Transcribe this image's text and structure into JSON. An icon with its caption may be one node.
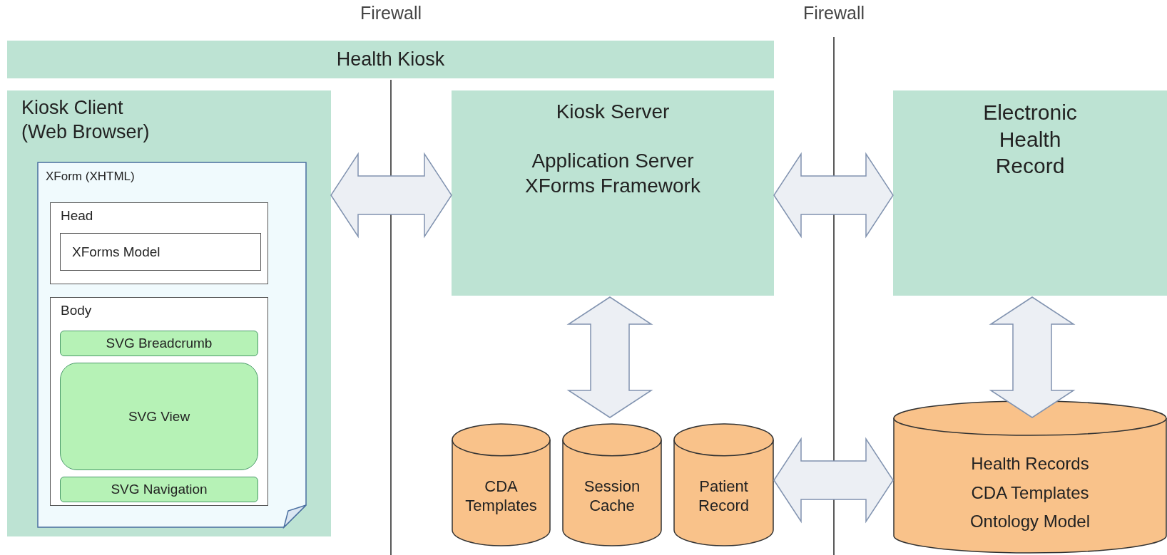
{
  "diagram": {
    "nodes": [
      {
        "text": [
          "Health Kiosk"
        ]
      },
      {
        "text": [
          "Kiosk Client (Web Browser)"
        ]
      },
      {
        "text": [
          "XForm (XHTML)"
        ],
        "in": 1
      },
      {
        "text": [
          "Head"
        ],
        "in": 2
      },
      {
        "text": [
          "XForms Model"
        ],
        "in": 3
      },
      {
        "text": [
          "Body"
        ],
        "in": 2
      },
      {
        "text": [
          "SVG Breadcrumb"
        ],
        "in": 5
      },
      {
        "text": [
          "SVG View"
        ],
        "in": 5
      },
      {
        "text": [
          "SVG Navigation"
        ],
        "in": 5
      },
      {
        "text": [
          "Kiosk Server",
          "Application Server",
          "XForms Framework"
        ]
      },
      {
        "text": [
          "Electronic Health Record"
        ]
      },
      {
        "text": [
          "CDA Templates"
        ]
      },
      {
        "text": [
          "Session Cache"
        ]
      },
      {
        "text": [
          "Patient Record"
        ]
      },
      {
        "text": [
          "Health Records",
          "CDA Templates",
          "Ontology Model"
        ]
      }
    ],
    "edges": [
      {
        "from": 1,
        "to": 9,
        "arrow": "both"
      },
      {
        "from": 9,
        "to": 10,
        "arrow": "both"
      },
      {
        "from": 9,
        "to": 12,
        "arrow": "both"
      },
      {
        "from": 13,
        "to": 14,
        "arrow": "both"
      },
      {
        "from": 10,
        "to": 14,
        "arrow": "both"
      }
    ],
    "labels": [
      "Firewall",
      "Firewall"
    ]
  }
}
